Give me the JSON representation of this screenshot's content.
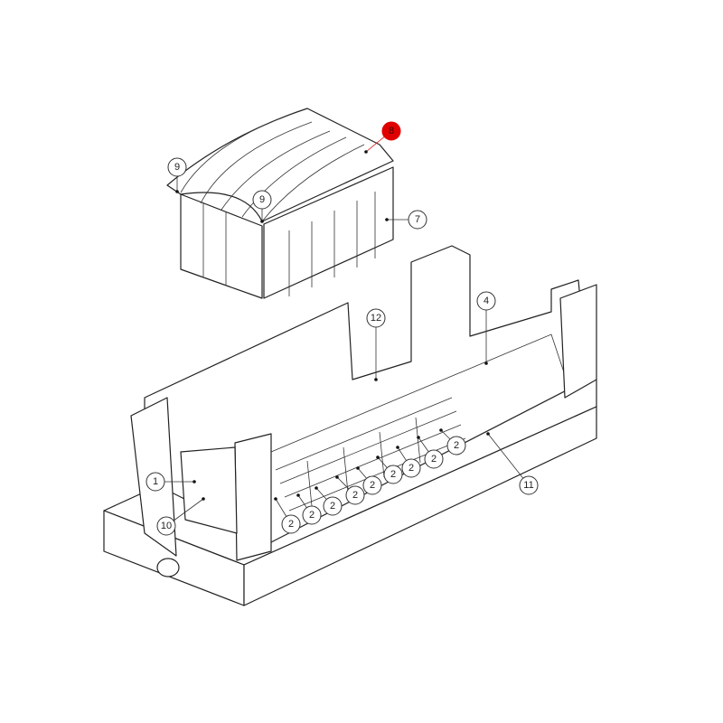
{
  "diagram": {
    "type": "exploded-parts-view",
    "highlight_color": "#e00000",
    "callouts": [
      {
        "label": "8",
        "highlighted": true
      },
      {
        "label": "9",
        "highlighted": false
      },
      {
        "label": "9",
        "highlighted": false
      },
      {
        "label": "7",
        "highlighted": false
      },
      {
        "label": "12",
        "highlighted": false
      },
      {
        "label": "4",
        "highlighted": false
      },
      {
        "label": "1",
        "highlighted": false
      },
      {
        "label": "10",
        "highlighted": false
      },
      {
        "label": "11",
        "highlighted": false
      },
      {
        "label": "2",
        "highlighted": false
      },
      {
        "label": "2",
        "highlighted": false
      },
      {
        "label": "2",
        "highlighted": false
      },
      {
        "label": "2",
        "highlighted": false
      },
      {
        "label": "2",
        "highlighted": false
      },
      {
        "label": "2",
        "highlighted": false
      },
      {
        "label": "2",
        "highlighted": false
      },
      {
        "label": "2",
        "highlighted": false
      },
      {
        "label": "2",
        "highlighted": false
      }
    ]
  }
}
